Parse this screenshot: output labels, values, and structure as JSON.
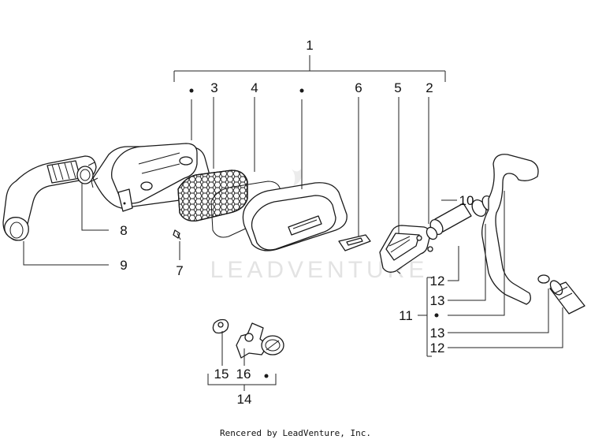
{
  "watermark": {
    "text": "LEADVENTURE"
  },
  "credit": "Rencered by LeadVenture, Inc.",
  "callouts": {
    "n1": "1",
    "n2": "2",
    "n3": "3",
    "n4": "4",
    "n5": "5",
    "n6": "6",
    "n7": "7",
    "n8": "8",
    "n9": "9",
    "n10": "10",
    "n11": "11",
    "n12a": "12",
    "n12b": "12",
    "n13a": "13",
    "n13b": "13",
    "n14": "14",
    "n15": "15",
    "n16": "16"
  },
  "colors": {
    "line": "#1a1a1a",
    "watermark": "#e3e3e3",
    "background": "#ffffff"
  }
}
